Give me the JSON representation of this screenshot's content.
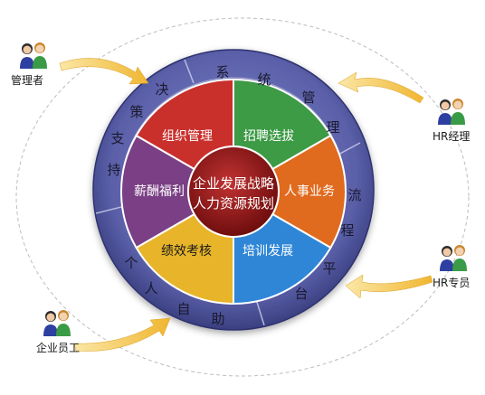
{
  "center": {
    "line1": "企业发展战略",
    "line2": "人力资源规划"
  },
  "segments": [
    {
      "label": "招聘选拔",
      "color": "#3d9a45"
    },
    {
      "label": "人事业务",
      "color": "#e06a1e"
    },
    {
      "label": "培训发展",
      "color": "#2f86d6"
    },
    {
      "label": "绩效考核",
      "color": "#e8b52a"
    },
    {
      "label": "薪酬福利",
      "color": "#7a3f85"
    },
    {
      "label": "组织管理",
      "color": "#c9302c"
    }
  ],
  "ring": {
    "system_mgmt": [
      "系",
      "统",
      "管",
      "理"
    ],
    "process": [
      "流",
      "程",
      "平",
      "台"
    ],
    "self_service": [
      "个",
      "人",
      "自",
      "助"
    ],
    "decision": [
      "持",
      "支",
      "策",
      "决"
    ]
  },
  "roles": {
    "manager": "管理者",
    "hr_manager": "HR经理",
    "hr_specialist": "HR专员",
    "employee": "企业员工"
  },
  "colors": {
    "ring": "#5a5fa8",
    "ring_dark": "#3a3f80",
    "center": "#8e1414",
    "arrow": "#f2c14a"
  }
}
